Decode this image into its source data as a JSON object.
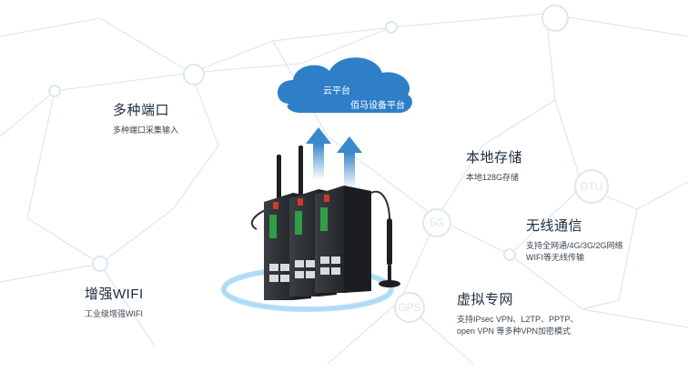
{
  "cloud": {
    "line1": "云平台",
    "line2": "佰马设备平台"
  },
  "features": [
    {
      "title": "多种端口",
      "desc": "多种端口采集输入"
    },
    {
      "title": "本地存储",
      "desc": "本地128G存储"
    },
    {
      "title": "无线通信",
      "desc": "支持全网通/4G/3G/2G网络",
      "desc2": "WIFI等无线传输"
    },
    {
      "title": "增强WIFI",
      "desc": "工业级增强WIFI"
    },
    {
      "title": "虚拟专网",
      "desc": "支持IPsec VPN、L2TP、PPTP、",
      "desc2": "open VPN 等多种VPN加密模式"
    }
  ],
  "network_nodes": {
    "dtu": "DTU",
    "five_g": "5G",
    "gps": "GPS"
  },
  "colors": {
    "cloud": "#2f7fc8",
    "arrow": "#3a88cc",
    "ring": "#7ec3ee",
    "network": "#dce7f0",
    "device": "#2a2d31"
  }
}
